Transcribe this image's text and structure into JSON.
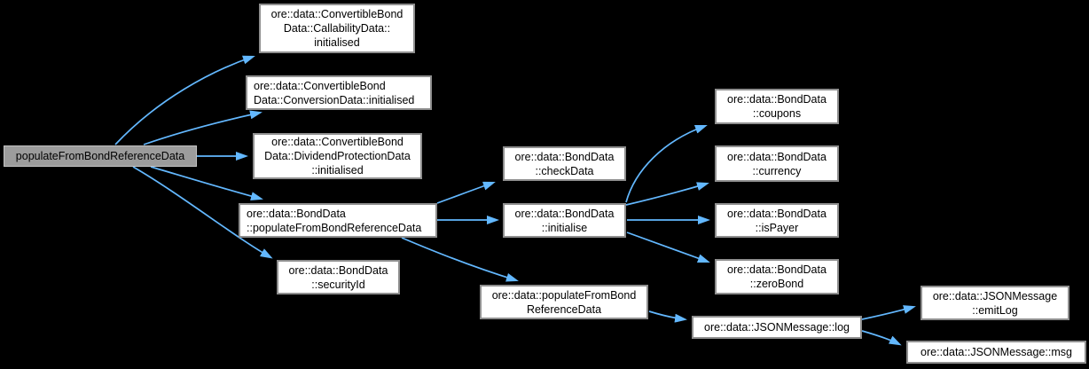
{
  "diagram": {
    "type": "call-graph",
    "colors": {
      "background": "#000000",
      "edge": "#63b8ff",
      "node_fill": "#ffffff",
      "node_border": "#8f8f8f",
      "root_fill": "#9c9c9c",
      "root_border": "#c3c3c3",
      "text": "#000000"
    },
    "nodes": [
      {
        "id": "root",
        "kind": "current-function",
        "label": "populateFromBondReferenceData"
      },
      {
        "id": "callability-initialised",
        "kind": "callee",
        "label": "ore::data::ConvertibleBond\nData::CallabilityData::\ninitialised"
      },
      {
        "id": "conversion-initialised",
        "kind": "callee",
        "label": "ore::data::ConvertibleBond\nData::ConversionData::initialised"
      },
      {
        "id": "dividend-protection-initialised",
        "kind": "callee",
        "label": "ore::data::ConvertibleBond\nData::DividendProtectionData\n::initialised"
      },
      {
        "id": "bonddata-populate",
        "kind": "callee",
        "label": "ore::data::BondData\n::populateFromBondReferenceData"
      },
      {
        "id": "security-id",
        "kind": "callee",
        "label": "ore::data::BondData\n::securityId"
      },
      {
        "id": "check-data",
        "kind": "callee",
        "label": "ore::data::BondData\n::checkData"
      },
      {
        "id": "initialise",
        "kind": "callee",
        "label": "ore::data::BondData\n::initialise"
      },
      {
        "id": "free-populate",
        "kind": "callee",
        "label": "ore::data::populateFromBond\nReferenceData"
      },
      {
        "id": "coupons",
        "kind": "callee",
        "label": "ore::data::BondData\n::coupons"
      },
      {
        "id": "currency",
        "kind": "callee",
        "label": "ore::data::BondData\n::currency"
      },
      {
        "id": "is-payer",
        "kind": "callee",
        "label": "ore::data::BondData\n::isPayer"
      },
      {
        "id": "zero-bond",
        "kind": "callee",
        "label": "ore::data::BondData\n::zeroBond"
      },
      {
        "id": "jsonmessage-log",
        "kind": "callee",
        "label": "ore::data::JSONMessage::log"
      },
      {
        "id": "emit-log",
        "kind": "callee",
        "label": "ore::data::JSONMessage\n::emitLog"
      },
      {
        "id": "msg",
        "kind": "callee",
        "label": "ore::data::JSONMessage::msg"
      }
    ],
    "edges": [
      {
        "from": "root",
        "to": "callability-initialised"
      },
      {
        "from": "root",
        "to": "conversion-initialised"
      },
      {
        "from": "root",
        "to": "dividend-protection-initialised"
      },
      {
        "from": "root",
        "to": "bonddata-populate"
      },
      {
        "from": "root",
        "to": "security-id"
      },
      {
        "from": "bonddata-populate",
        "to": "check-data"
      },
      {
        "from": "bonddata-populate",
        "to": "initialise"
      },
      {
        "from": "bonddata-populate",
        "to": "free-populate"
      },
      {
        "from": "initialise",
        "to": "coupons"
      },
      {
        "from": "initialise",
        "to": "currency"
      },
      {
        "from": "initialise",
        "to": "is-payer"
      },
      {
        "from": "initialise",
        "to": "zero-bond"
      },
      {
        "from": "free-populate",
        "to": "jsonmessage-log"
      },
      {
        "from": "jsonmessage-log",
        "to": "emit-log"
      },
      {
        "from": "jsonmessage-log",
        "to": "msg"
      }
    ]
  }
}
